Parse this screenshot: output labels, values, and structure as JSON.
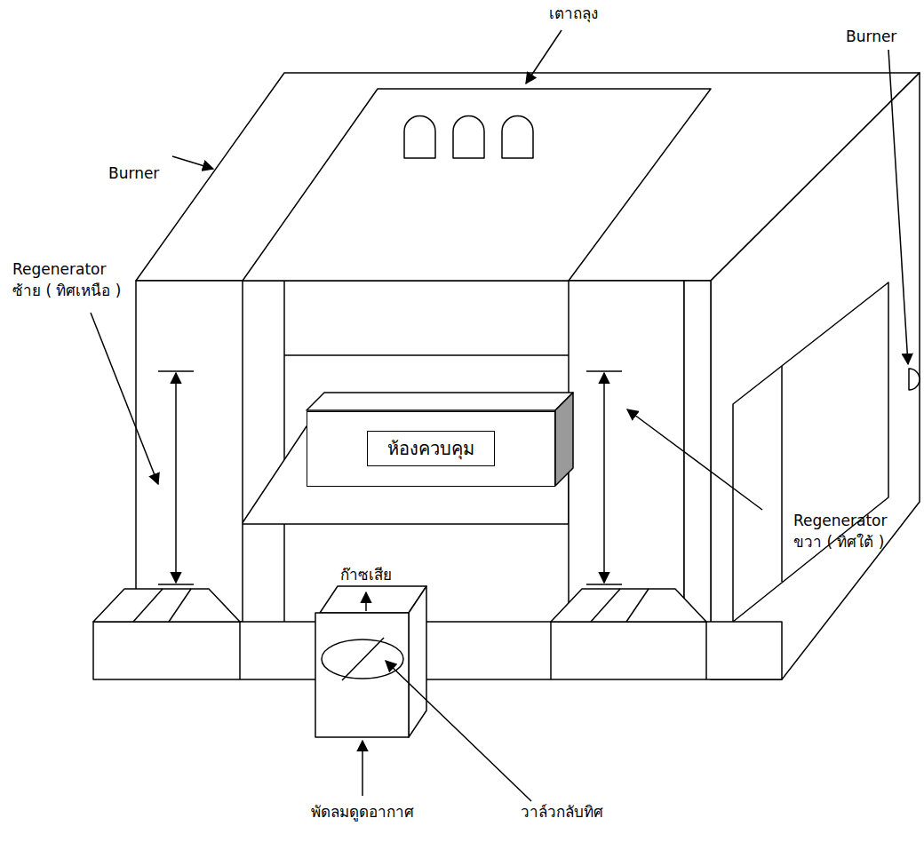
{
  "diagram": {
    "nodes": [
      {
        "text": [
          "ห้องควบคุม"
        ]
      }
    ],
    "labels": [
      "เตาถลุง",
      "Burner",
      "Burner",
      "Regenerator ซ้าย ( ทิศเหนือ )",
      "ก๊าซเสีย",
      "Regenerator ขวา ( ทิศใต้ )",
      "พัดลมดูดอากาศ",
      "วาล์วกลับทิศ"
    ]
  }
}
